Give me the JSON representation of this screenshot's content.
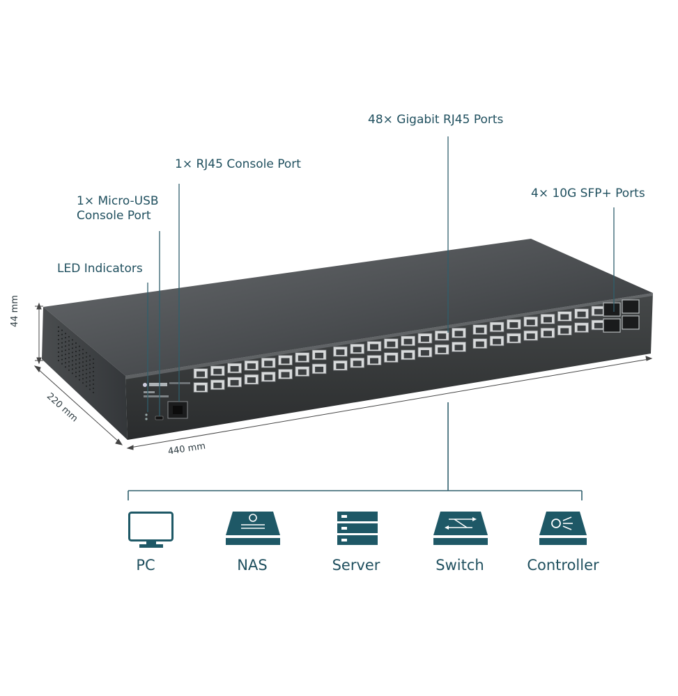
{
  "callouts": {
    "gigabit_ports": "48× Gigabit RJ45 Ports",
    "rj45_console": "1× RJ45 Console Port",
    "usb_console_line1": "1× Micro-USB",
    "usb_console_line2": "Console Port",
    "sfp_ports": "4× 10G SFP+ Ports",
    "led_indicators": "LED Indicators"
  },
  "dimensions": {
    "height": "44 mm",
    "depth": "220 mm",
    "width": "440 mm"
  },
  "devices": [
    {
      "label": "PC",
      "icon": "pc-icon"
    },
    {
      "label": "NAS",
      "icon": "nas-icon"
    },
    {
      "label": "Server",
      "icon": "server-icon"
    },
    {
      "label": "Switch",
      "icon": "switch-icon"
    },
    {
      "label": "Controller",
      "icon": "controller-icon"
    }
  ],
  "colors": {
    "label_text": "#1f4f5e",
    "icon_fill": "#1e5866",
    "leader_line": "#2f5f6c",
    "chassis": "#3a3d3f"
  }
}
